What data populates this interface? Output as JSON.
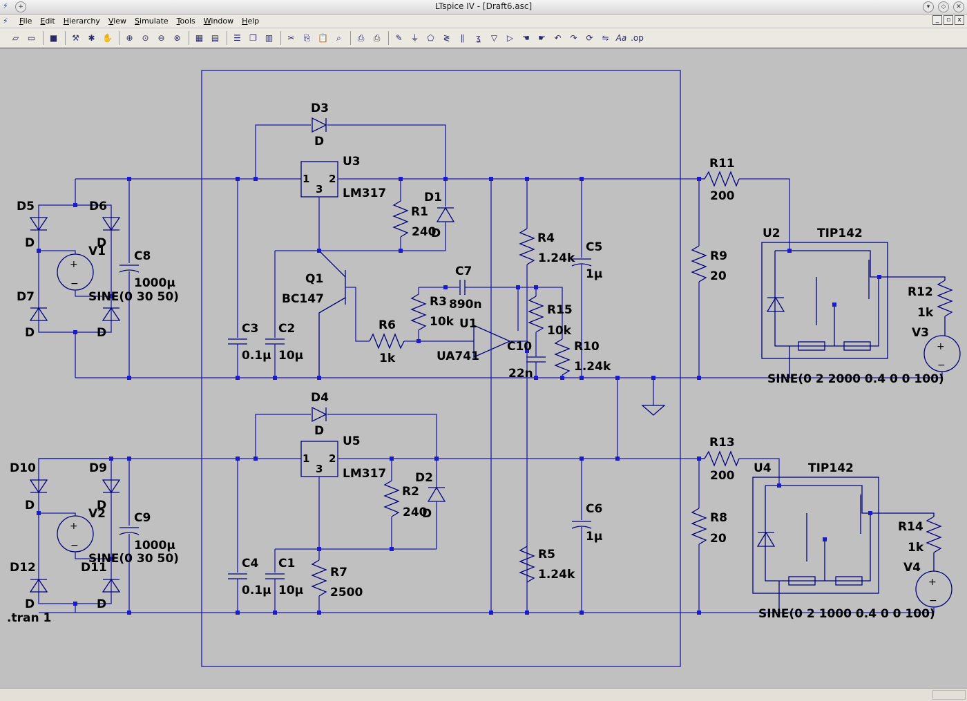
{
  "window": {
    "title": "LTspice IV - [Draft6.asc]"
  },
  "menu": [
    "File",
    "Edit",
    "Hierarchy",
    "View",
    "Simulate",
    "Tools",
    "Window",
    "Help"
  ],
  "toolbar_icons": [
    "new-schematic",
    "open",
    "save",
    "hammer",
    "run",
    "halt",
    "zoom-in",
    "pan",
    "zoom-fit",
    "zoom-out",
    "cancel",
    "waveform",
    "netlist",
    "tile-h",
    "cascade",
    "tile-v",
    "cut",
    "copy",
    "paste",
    "find",
    "print-setup",
    "print",
    "wire",
    "ground",
    "label",
    "resistor",
    "capacitor",
    "inductor",
    "diode",
    "component",
    "move",
    "drag",
    "undo",
    "redo",
    "rotate",
    "mirror",
    "text",
    "spice-directive"
  ],
  "schematic": {
    "labels": {
      "D3": "D3",
      "D3v": "D",
      "U3": "U3",
      "U3pins": "1",
      "U3p2": "2",
      "U3p3": "3",
      "LM317a": "LM317",
      "D1": "D1",
      "D1v": "D",
      "R1": "R1",
      "R1v": "240",
      "D5": "D5",
      "D5v": "D",
      "D6": "D6",
      "D6v": "D",
      "V1": "V1",
      "C8": "C8",
      "C8v": "1000µ",
      "V1src": "SINE(0 30 50)",
      "D7": "D7",
      "D7v": "D",
      "D8v": "D",
      "R4": "R4",
      "R4v": "1.24k",
      "C5": "C5",
      "C5v": "1µ",
      "Q1": "Q1",
      "Q1v": "BC147",
      "C7": "C7",
      "C7v": "890n",
      "R3": "R3",
      "R3v": "10k",
      "U1": "U1",
      "R15": "R15",
      "R15v": "10k",
      "R6": "R6",
      "R6v": "1k",
      "UA741": "UA741",
      "C10": "C10",
      "C10v": "22n",
      "R10": "R10",
      "R10v": "1.24k",
      "C3": "C3",
      "C3v": "0.1µ",
      "C2": "C2",
      "C2v": "10µ",
      "R11": "R11",
      "R11v": "200",
      "R9": "R9",
      "R9v": "20",
      "U2": "U2",
      "TIP142a": "TIP142",
      "R12": "R12",
      "R12v": "1k",
      "V3": "V3",
      "V3src": "SINE(0 2 2000 0.4 0 0 100)",
      "D4": "D4",
      "D4v": "D",
      "U5": "U5",
      "U5p1": "1",
      "U5p2": "2",
      "U5p3": "3",
      "LM317b": "LM317",
      "D2": "D2",
      "D2v": "D",
      "R2": "R2",
      "R2v": "240",
      "D10": "D10",
      "D10v": "D",
      "D9": "D9",
      "D9v": "D",
      "V2": "V2",
      "C9": "C9",
      "C9v": "1000µ",
      "V2src": "SINE(0 30 50)",
      "D12": "D12",
      "D12v": "D",
      "D11": "D11",
      "D11v": "D",
      "C4": "C4",
      "C4v": "0.1µ",
      "C1": "C1",
      "C1v": "10µ",
      "R7": "R7",
      "R7v": "2500",
      "R5": "R5",
      "R5v": "1.24k",
      "C6": "C6",
      "C6v": "1µ",
      "R13": "R13",
      "R13v": "200",
      "R8": "R8",
      "R8v": "20",
      "U4": "U4",
      "TIP142b": "TIP142",
      "R14": "R14",
      "R14v": "1k",
      "V4": "V4",
      "V4src": "SINE(0 2 1000 0.4 0 0 100)",
      "tran": ".tran 1"
    }
  },
  "colors": {
    "wire": "#1a1aa8",
    "component": "#000080",
    "canvas": "#c0c0c0",
    "junction": "#1a1ad0"
  }
}
